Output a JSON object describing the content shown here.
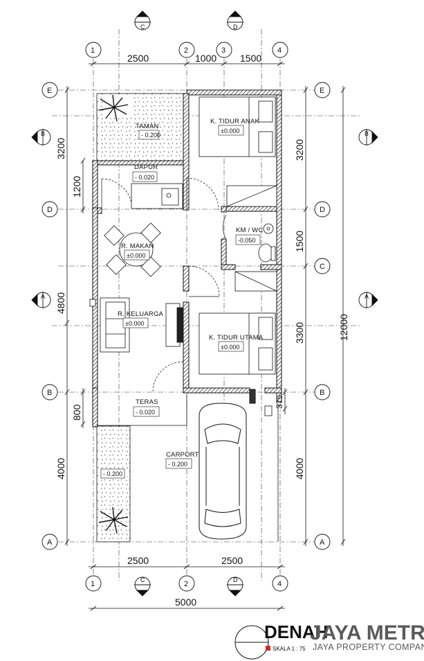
{
  "drawing": {
    "title": "DENAH",
    "scale": "SKALA 1 : 75",
    "brand_name": "JAYA METRO",
    "brand_sub": "JAYA PROPERTY COMPANY"
  },
  "grid_columns": [
    "1",
    "2",
    "3",
    "4"
  ],
  "grid_rows": [
    "E",
    "D",
    "C",
    "B",
    "A"
  ],
  "sections": {
    "top_left": "C",
    "top_right": "D",
    "left_b": "B",
    "right_b": "B",
    "left_a": "A",
    "right_a": "A"
  },
  "dimensions": {
    "top": [
      "2500",
      "1000",
      "1500"
    ],
    "bottom": [
      "2500",
      "2500"
    ],
    "bottom_total": "5000",
    "left_outer": [
      "3200",
      "4800",
      "4000"
    ],
    "left_inner": [
      "1200",
      "800"
    ],
    "right_inner": [
      "3200",
      "1500",
      "3300",
      "4000"
    ],
    "right_total": "12000",
    "right_small": "375"
  },
  "rooms": [
    {
      "name": "TAMAN",
      "level": "- 0.200"
    },
    {
      "name": "DAPUR",
      "level": "- 0.020"
    },
    {
      "name": "K. TIDUR ANAK",
      "level": "±0.000"
    },
    {
      "name": "KM / WC",
      "level": "-0.050"
    },
    {
      "name": "R. MAKAN",
      "level": "±0.000"
    },
    {
      "name": "R. KELUARGA",
      "level": "±0.000"
    },
    {
      "name": "K. TIDUR UTAMA",
      "level": "±0.000"
    },
    {
      "name": "TERAS",
      "level": "- 0.020"
    },
    {
      "name": "CARPORT",
      "level": "- 0.200"
    },
    {
      "name": "",
      "level": "- 0.200"
    }
  ],
  "colors": {
    "line": "#111111",
    "wall_fill": "#555555",
    "brand": "#5a5a5a",
    "accent": "#cc2a2a"
  }
}
